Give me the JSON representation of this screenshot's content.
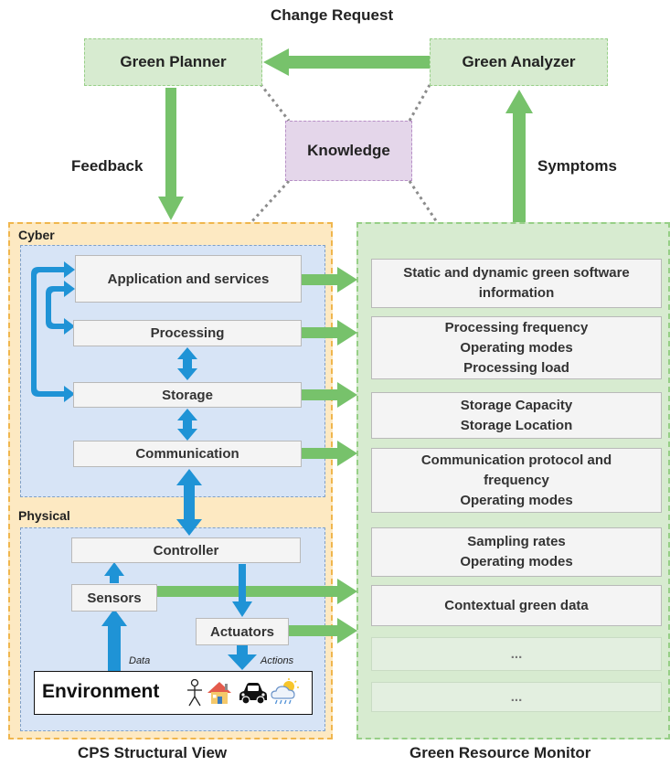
{
  "top_label": "Change Request",
  "mape": {
    "planner": "Green Planner",
    "analyzer": "Green Analyzer",
    "knowledge": "Knowledge",
    "feedback": "Feedback",
    "symptoms": "Symptoms"
  },
  "cps": {
    "cyber_label": "Cyber",
    "physical_label": "Physical",
    "components": {
      "application": "Application and services",
      "processing": "Processing",
      "storage": "Storage",
      "communication": "Communication",
      "controller": "Controller",
      "sensors": "Sensors",
      "actuators": "Actuators"
    },
    "environment": "Environment",
    "data_label": "Data",
    "actions_label": "Actions",
    "env_icons": [
      "person-icon",
      "house-icon",
      "car-icon",
      "weather-icon"
    ]
  },
  "monitor": {
    "items": [
      [
        "Static and dynamic green software",
        "information"
      ],
      [
        "Processing frequency",
        "Operating modes",
        "Processing load"
      ],
      [
        "Storage Capacity",
        "Storage Location"
      ],
      [
        "Communication protocol and",
        "frequency",
        "Operating modes"
      ],
      [
        "Sampling rates",
        "Operating modes"
      ],
      [
        "Contextual green data"
      ],
      [
        "..."
      ],
      [
        "..."
      ]
    ]
  },
  "bottom_labels": {
    "left": "CPS Structural View",
    "right": "Green Resource Monitor"
  },
  "colors": {
    "green_arrow": "#77c26b",
    "blue_arrow": "#1f93d6",
    "dotted_connector": "#8c8c8c",
    "cyber_physical_fill": "#fde9c2",
    "cyber_inner_fill": "#d7e4f6",
    "monitor_fill": "#d7ebd0",
    "knowledge_fill": "#e4d6ea"
  }
}
